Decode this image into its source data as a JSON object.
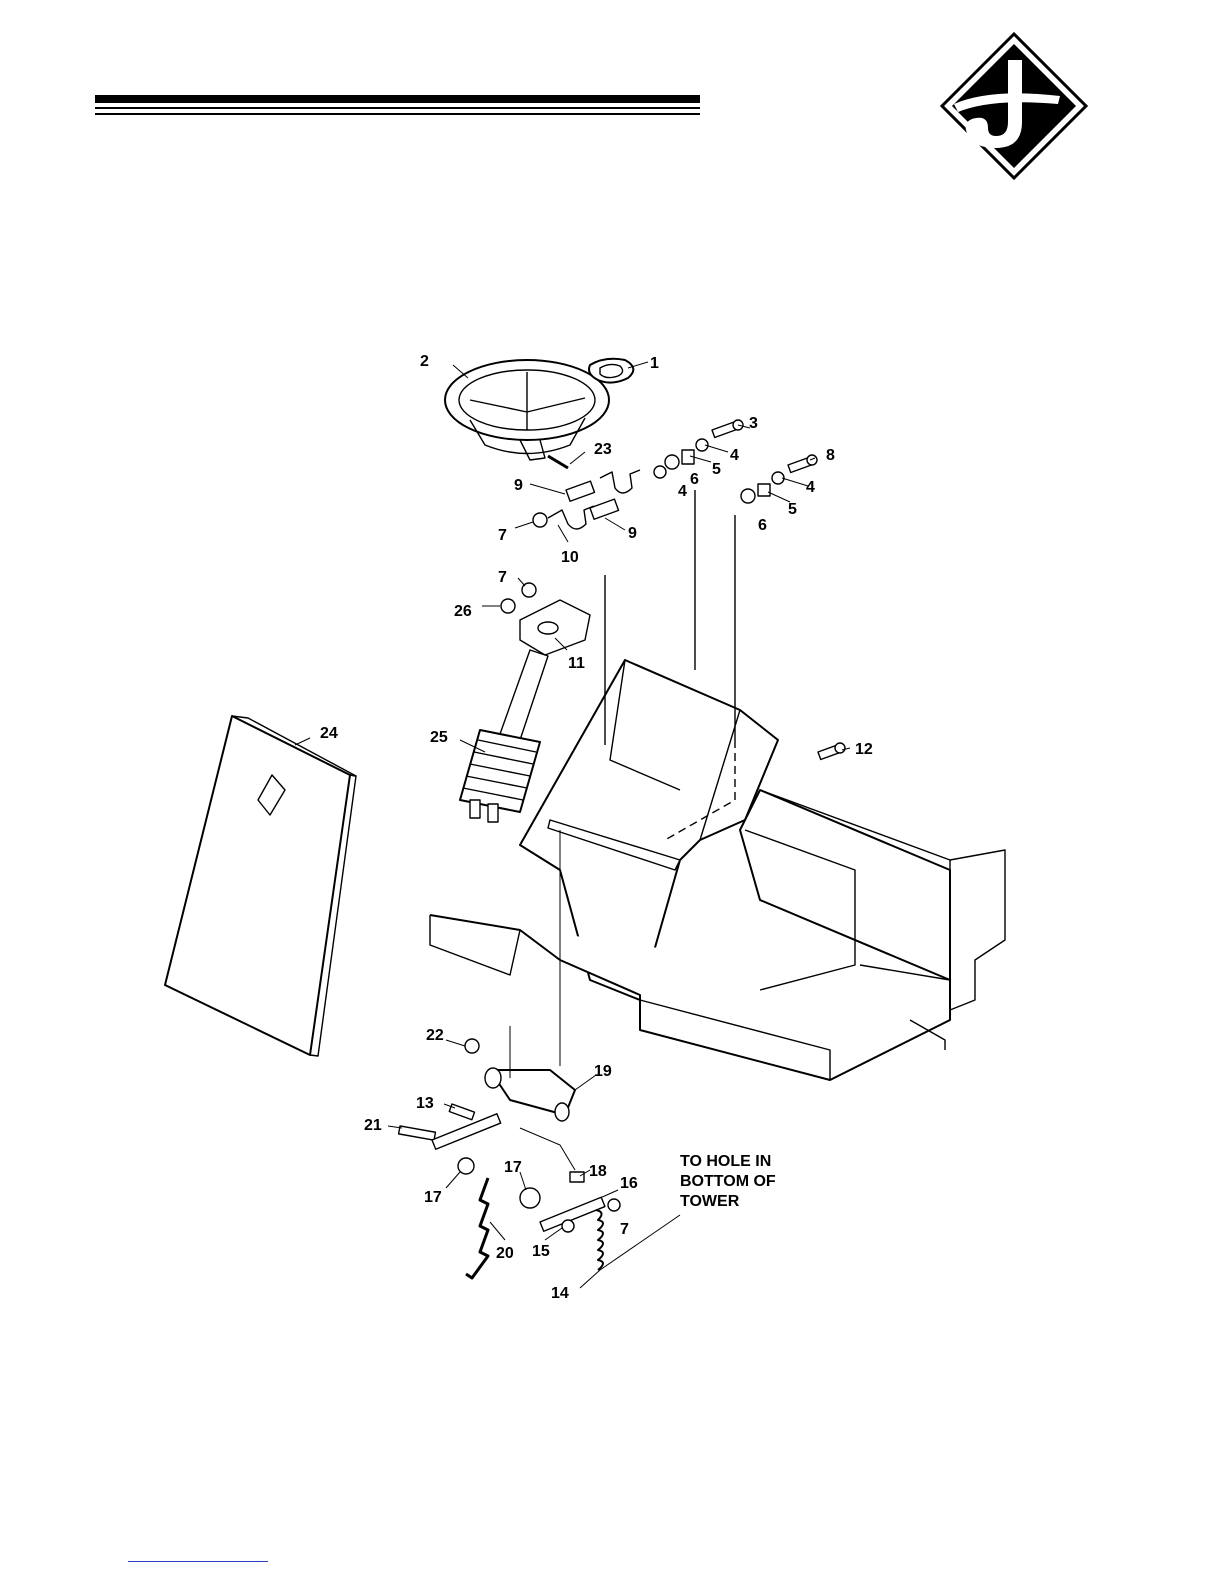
{
  "diagram": {
    "callouts": [
      {
        "id": "c1",
        "text": "1"
      },
      {
        "id": "c2",
        "text": "2"
      },
      {
        "id": "c3",
        "text": "3"
      },
      {
        "id": "c4a",
        "text": "4"
      },
      {
        "id": "c4b",
        "text": "4"
      },
      {
        "id": "c4c",
        "text": "4"
      },
      {
        "id": "c5a",
        "text": "5"
      },
      {
        "id": "c5b",
        "text": "5"
      },
      {
        "id": "c6a",
        "text": "6"
      },
      {
        "id": "c6b",
        "text": "6"
      },
      {
        "id": "c7a",
        "text": "7"
      },
      {
        "id": "c7b",
        "text": "7"
      },
      {
        "id": "c7c",
        "text": "7"
      },
      {
        "id": "c8",
        "text": "8"
      },
      {
        "id": "c9a",
        "text": "9"
      },
      {
        "id": "c9b",
        "text": "9"
      },
      {
        "id": "c10",
        "text": "10"
      },
      {
        "id": "c11",
        "text": "11"
      },
      {
        "id": "c12",
        "text": "12"
      },
      {
        "id": "c13",
        "text": "13"
      },
      {
        "id": "c14",
        "text": "14"
      },
      {
        "id": "c15",
        "text": "15"
      },
      {
        "id": "c16",
        "text": "16"
      },
      {
        "id": "c17a",
        "text": "17"
      },
      {
        "id": "c17b",
        "text": "17"
      },
      {
        "id": "c18",
        "text": "18"
      },
      {
        "id": "c19",
        "text": "19"
      },
      {
        "id": "c20",
        "text": "20"
      },
      {
        "id": "c21",
        "text": "21"
      },
      {
        "id": "c22",
        "text": "22"
      },
      {
        "id": "c23",
        "text": "23"
      },
      {
        "id": "c24",
        "text": "24"
      },
      {
        "id": "c25",
        "text": "25"
      },
      {
        "id": "c26",
        "text": "26"
      }
    ],
    "note_lines": [
      "TO HOLE IN",
      "BOTTOM OF",
      "TOWER"
    ]
  },
  "colors": {
    "ink": "#000000",
    "paper": "#ffffff",
    "link": "#2a3fbf"
  },
  "logo": {
    "icon": "diamond-j-logo-icon"
  }
}
